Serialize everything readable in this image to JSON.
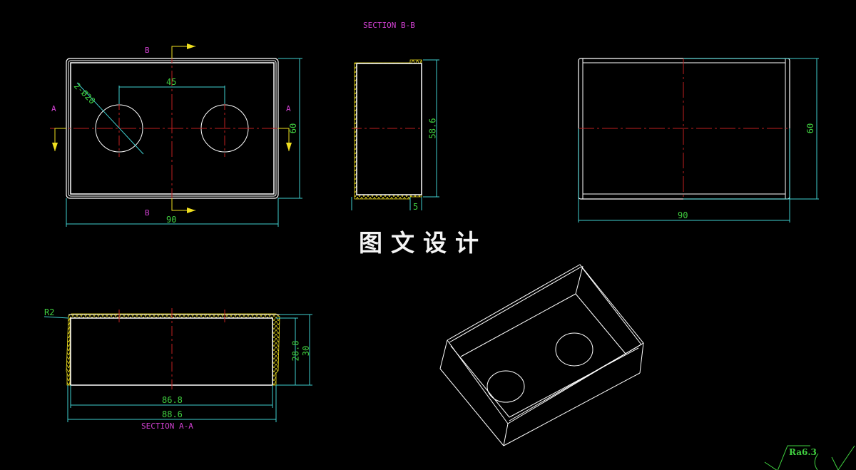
{
  "colors": {
    "background": "#000000",
    "outline": "#ffffff",
    "dimension_line": "#40d0d0",
    "dimension_text": "#40d040",
    "center_line": "#c02020",
    "section_arrow": "#f0e020",
    "label": "#d040d0",
    "hatch": "#f0e020"
  },
  "watermark": "图文设计",
  "views": {
    "top_view": {
      "section_marks": [
        "A",
        "A",
        "B",
        "B"
      ],
      "dims": {
        "hole_spacing": "45",
        "hole_callout": "2-Ø20",
        "width": "90",
        "height": "60"
      }
    },
    "section_bb": {
      "title": "SECTION B-B",
      "dims": {
        "height": "58.6",
        "step": "5"
      }
    },
    "bottom_view": {
      "dims": {
        "width": "90",
        "height": "60"
      }
    },
    "section_aa": {
      "title": "SECTION A-A",
      "dims": {
        "radius": "R2",
        "inner_width": "86.8",
        "outer_width": "88.6",
        "inner_height": "28.8",
        "outer_height": "30"
      }
    },
    "iso_view": {}
  },
  "surface_finish": {
    "roughness": "Ra6.3"
  }
}
